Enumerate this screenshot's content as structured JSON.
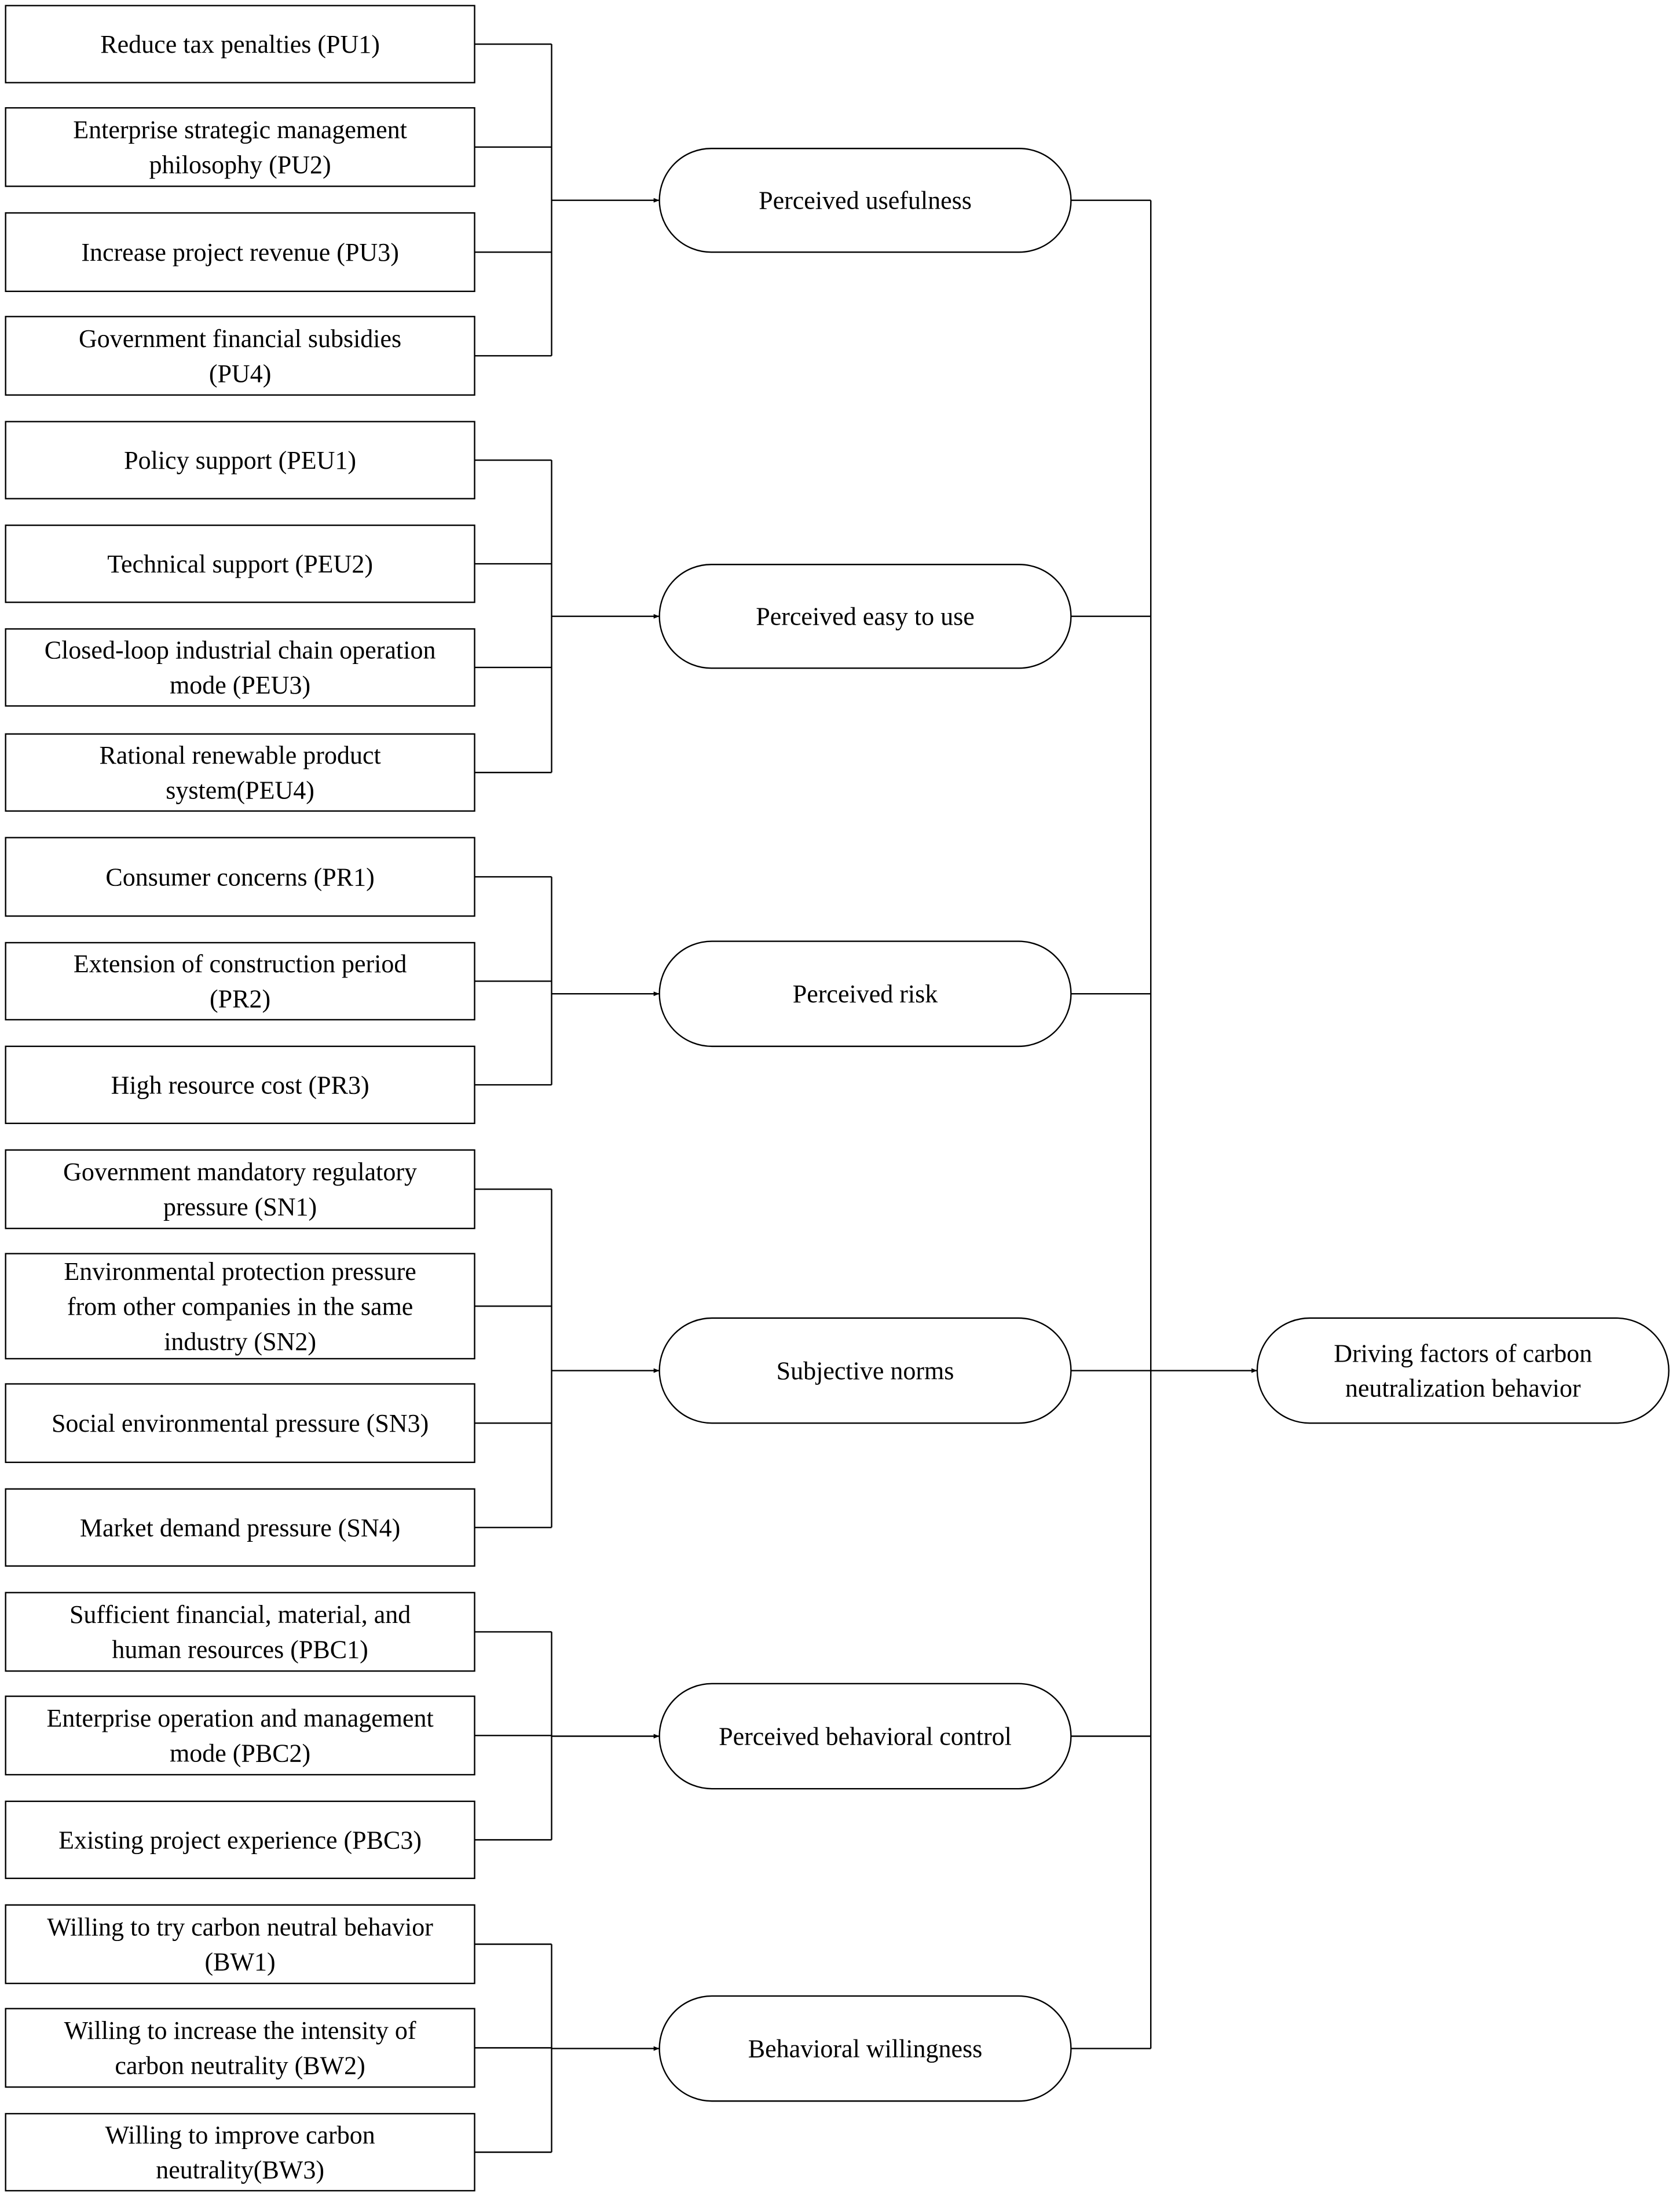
{
  "colors": {
    "stroke": "#000000",
    "fill": "#ffffff",
    "text": "#000000"
  },
  "groups": [
    {
      "construct": [
        "Perceived usefulness"
      ],
      "indicators": [
        [
          "Reduce tax penalties  (PU1)"
        ],
        [
          "Enterprise strategic management",
          "philosophy  (PU2)"
        ],
        [
          "Increase project revenue  (PU3)"
        ],
        [
          "Government financial subsidies",
          "(PU4)"
        ]
      ]
    },
    {
      "construct": [
        "Perceived easy to use"
      ],
      "indicators": [
        [
          "Policy support  (PEU1)"
        ],
        [
          "Technical support  (PEU2)"
        ],
        [
          "Closed-loop industrial chain operation",
          "mode  (PEU3)"
        ],
        [
          "Rational renewable product",
          "system(PEU4)"
        ]
      ]
    },
    {
      "construct": [
        "Perceived risk"
      ],
      "indicators": [
        [
          "Consumer concerns  (PR1)"
        ],
        [
          "Extension of construction period",
          "(PR2)"
        ],
        [
          "High resource cost  (PR3)"
        ]
      ]
    },
    {
      "construct": [
        "Subjective norms"
      ],
      "indicators": [
        [
          "Government mandatory regulatory",
          "pressure  (SN1)"
        ],
        [
          "Environmental protection pressure",
          "from other companies in the same",
          "industry  (SN2)"
        ],
        [
          "Social environmental pressure  (SN3)"
        ],
        [
          "Market demand pressure  (SN4)"
        ]
      ]
    },
    {
      "construct": [
        "Perceived behavioral control"
      ],
      "indicators": [
        [
          "Sufficient financial, material, and",
          "human resources  (PBC1)"
        ],
        [
          "Enterprise operation and management",
          "mode  (PBC2)"
        ],
        [
          "Existing project experience  (PBC3)"
        ]
      ]
    },
    {
      "construct": [
        "Behavioral willingness"
      ],
      "indicators": [
        [
          "Willing to try carbon neutral behavior",
          "(BW1)"
        ],
        [
          "Willing to increase the intensity of",
          "carbon neutrality  (BW2)"
        ],
        [
          "Willing to improve carbon",
          "neutrality(BW3)"
        ]
      ]
    }
  ],
  "outcome": [
    "Driving factors  of carbon",
    "neutralization behavior"
  ]
}
